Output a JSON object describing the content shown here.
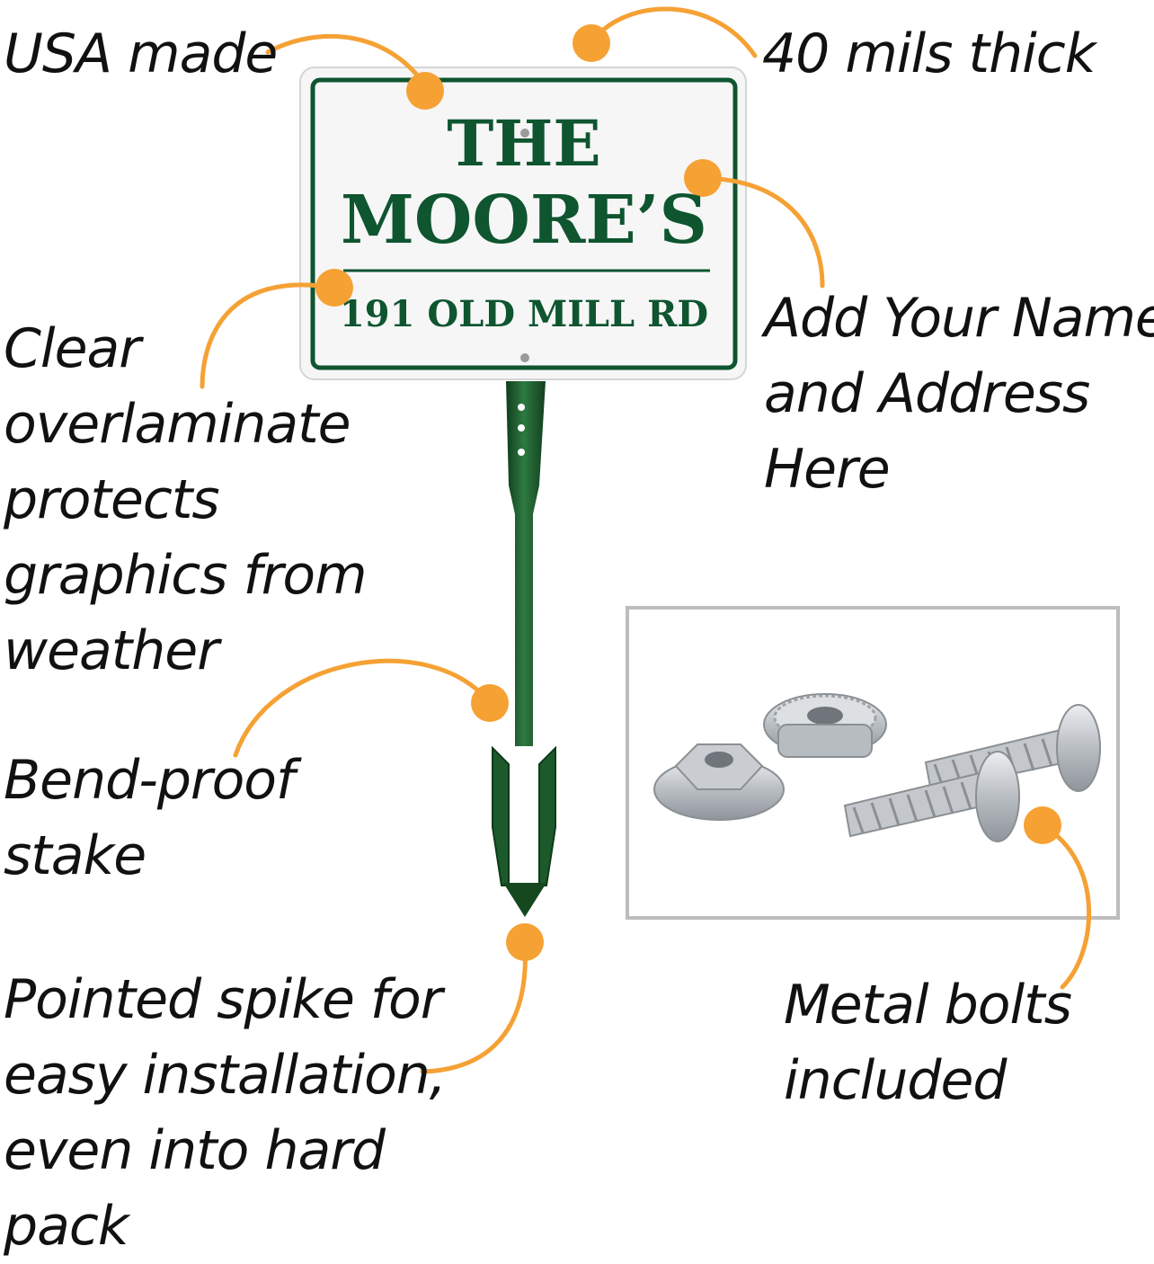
{
  "colors": {
    "accent_orange": "#f5a134",
    "sign_green": "#0e5530",
    "stake_green": "#1f5a2c",
    "text": "#111111"
  },
  "sign": {
    "line1": "THE",
    "line2": "MOORE’S",
    "address": "191 OLD MILL RD"
  },
  "callouts": {
    "usa_made": "USA made",
    "thickness": "40 mils thick",
    "add_name": [
      "Add Your Name",
      "and Address",
      "Here"
    ],
    "overlaminate": [
      "Clear",
      "overlaminate",
      "protects",
      "graphics from",
      "weather"
    ],
    "bend_proof": [
      "Bend-proof",
      "stake"
    ],
    "spike": [
      "Pointed spike for",
      "easy installation,",
      "even into hard",
      "pack"
    ],
    "bolts": [
      "Metal bolts",
      "included"
    ]
  },
  "icons": [
    "hex-nut-icon",
    "flange-nut-icon",
    "bolt-icon",
    "bolt-icon"
  ]
}
